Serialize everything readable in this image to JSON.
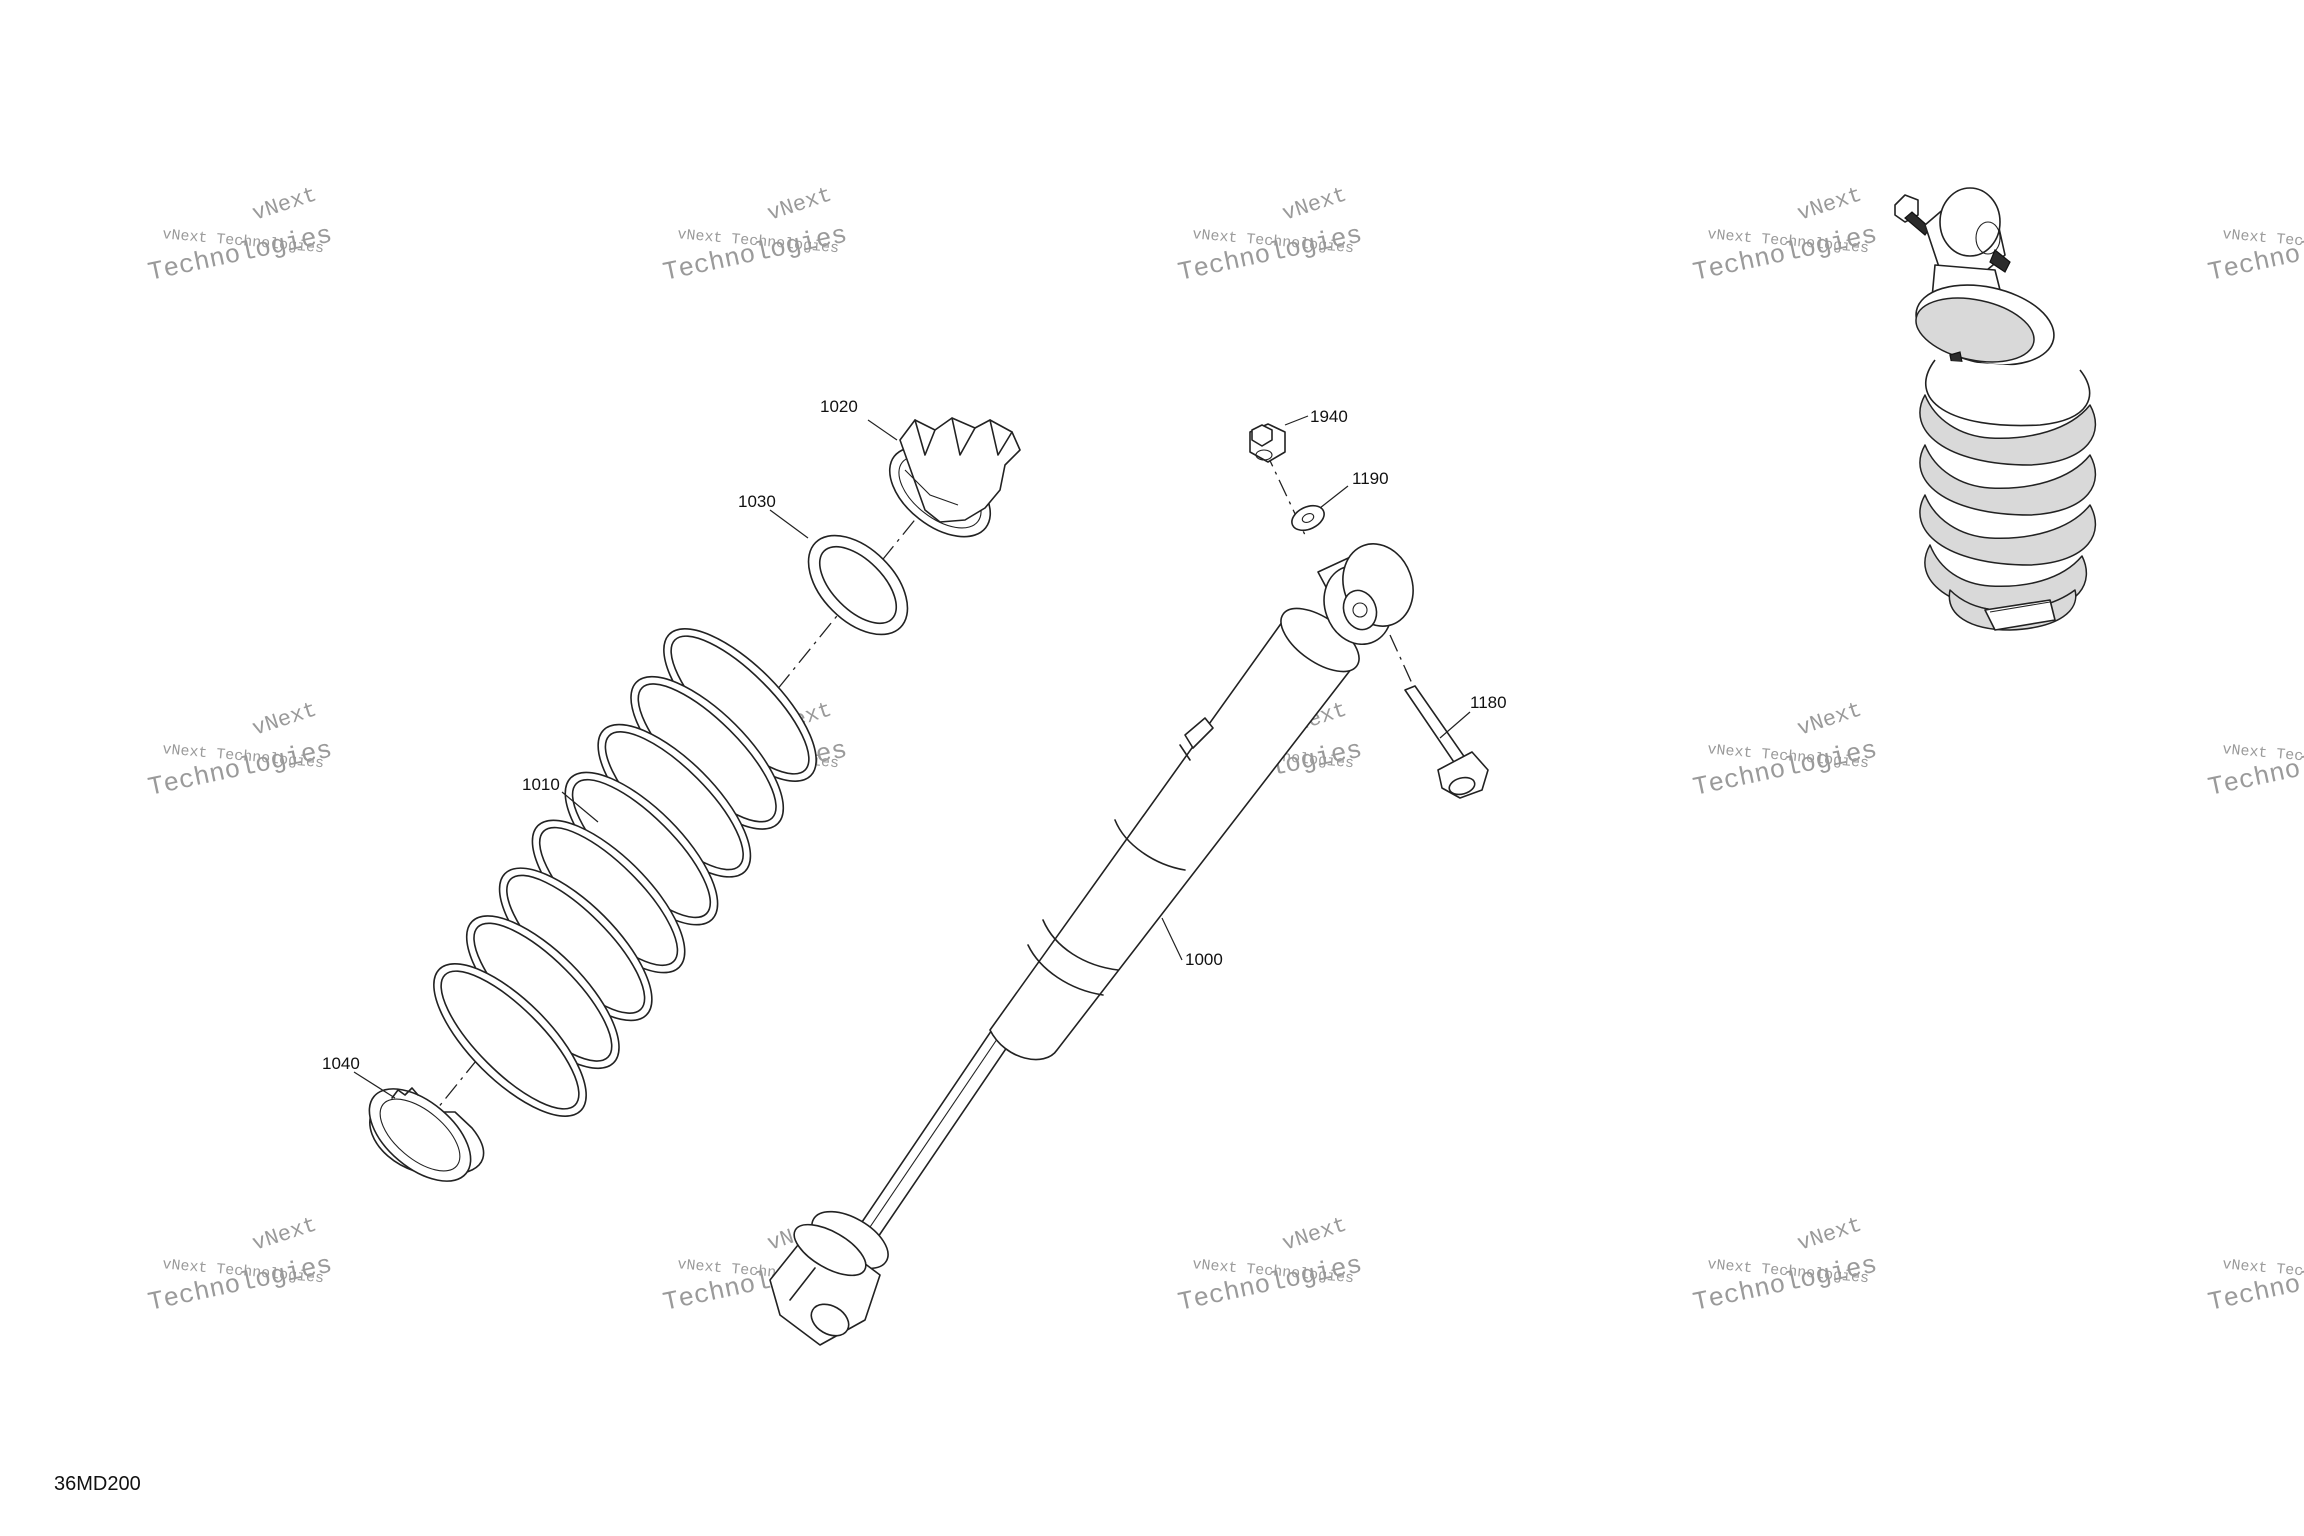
{
  "diagram": {
    "code": "36MD200",
    "watermark_line1": "vNext Technologies",
    "watermark_line2": "Technologies",
    "watermark_line3": "vNext",
    "callouts": {
      "shock": "1000",
      "spring": "1010",
      "spring_stopper": "1020",
      "spacer": "1030",
      "spring_seat": "1040",
      "screw": "1180",
      "washer": "1190",
      "nut": "1940"
    }
  }
}
